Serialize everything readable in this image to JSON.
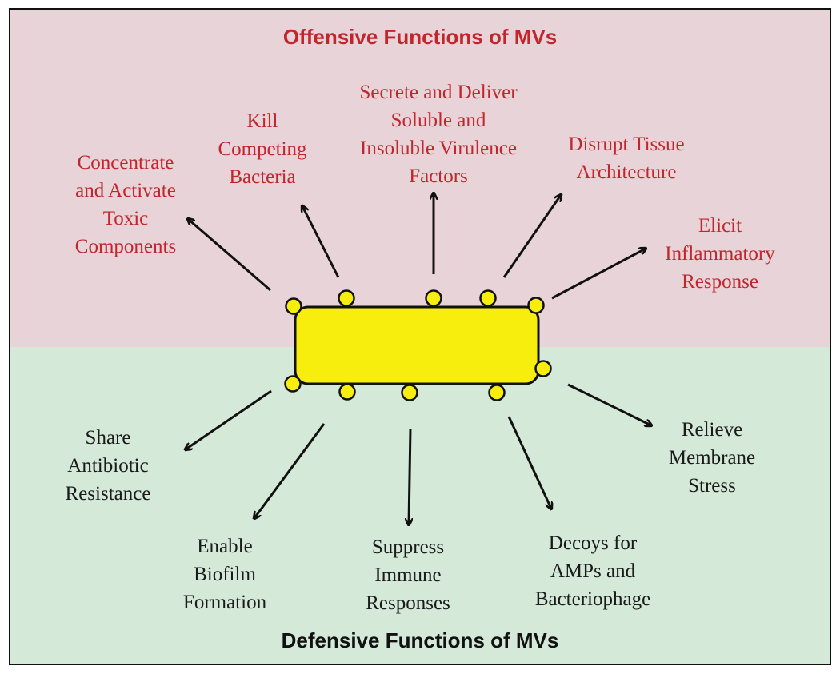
{
  "colors": {
    "offensive_bg": "#e8d3d9",
    "defensive_bg": "#d4e9d7",
    "offensive_text": "#c0262c",
    "defensive_text": "#1a1a1a",
    "cell_fill": "#f7ee0e",
    "vesicle_fill": "#f7ee0e",
    "stroke": "#111111"
  },
  "offensive": {
    "title": "Offensive Functions of MVs",
    "items": [
      {
        "id": "concentrate",
        "lines": [
          "Concentrate",
          "and Activate",
          "Toxic",
          "Components"
        ]
      },
      {
        "id": "kill",
        "lines": [
          "Kill",
          "Competing",
          "Bacteria"
        ]
      },
      {
        "id": "secrete",
        "lines": [
          "Secrete and Deliver",
          "Soluble and",
          "Insoluble Virulence",
          "Factors"
        ]
      },
      {
        "id": "disrupt",
        "lines": [
          "Disrupt Tissue",
          "Architecture"
        ]
      },
      {
        "id": "elicit",
        "lines": [
          "Elicit",
          "Inflammatory",
          "Response"
        ]
      }
    ]
  },
  "defensive": {
    "title": "Defensive Functions of MVs",
    "items": [
      {
        "id": "share",
        "lines": [
          "Share",
          "Antibiotic",
          "Resistance"
        ]
      },
      {
        "id": "biofilm",
        "lines": [
          "Enable",
          "Biofilm",
          "Formation"
        ]
      },
      {
        "id": "suppress",
        "lines": [
          "Suppress",
          "Immune",
          "Responses"
        ]
      },
      {
        "id": "decoys",
        "lines": [
          "Decoys for",
          "AMPs and",
          "Bacteriophage"
        ]
      },
      {
        "id": "relieve",
        "lines": [
          "Relieve",
          "Membrane",
          "Stress"
        ]
      }
    ]
  }
}
